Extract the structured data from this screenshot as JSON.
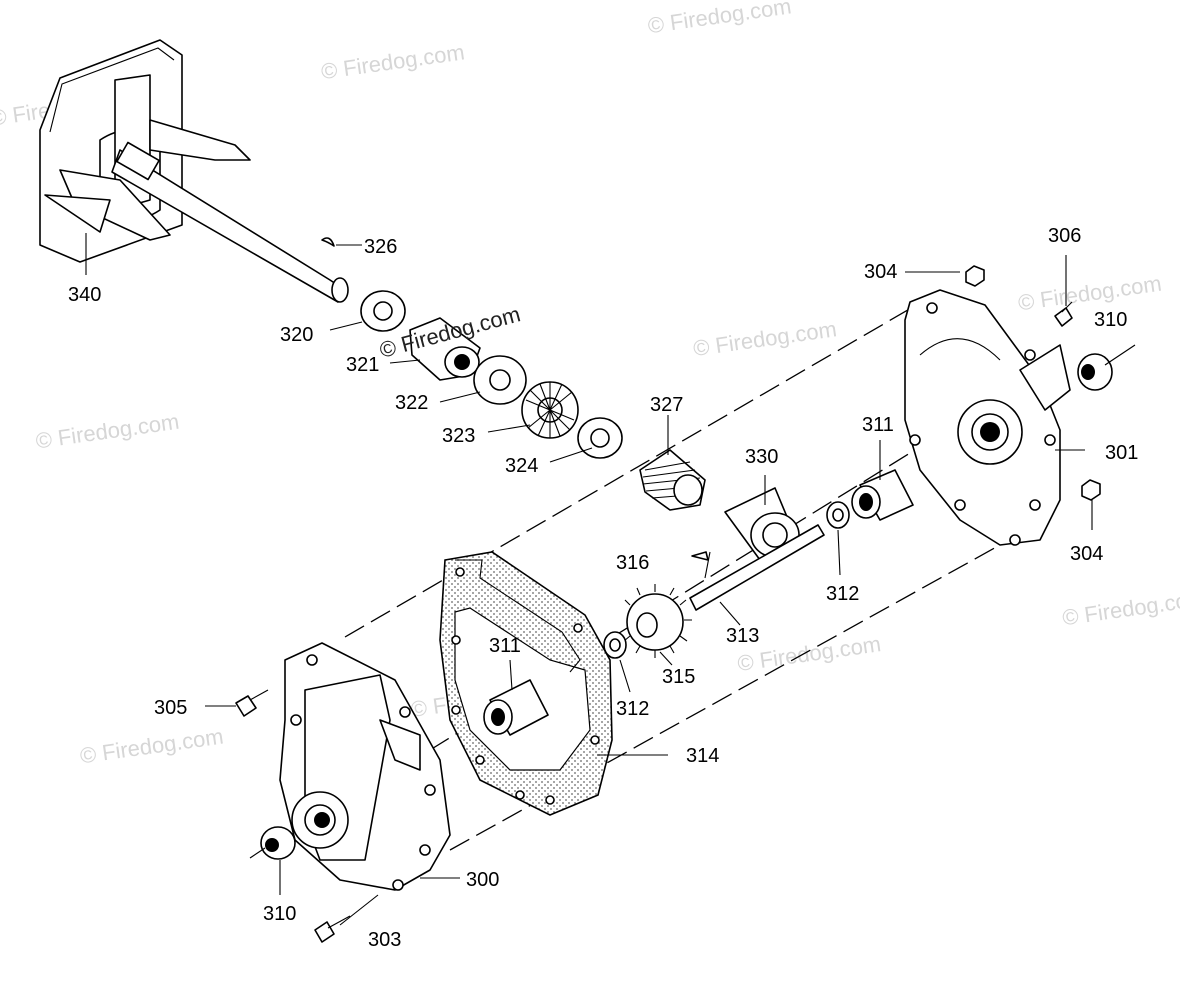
{
  "watermark": {
    "text": "© Firedog.com",
    "feature_text": "© Firedog.com"
  },
  "labels": {
    "p300": "300",
    "p301": "301",
    "p303": "303",
    "p304a": "304",
    "p304b": "304",
    "p305": "305",
    "p306": "306",
    "p310a": "310",
    "p310b": "310",
    "p311a": "311",
    "p311b": "311",
    "p312a": "312",
    "p312b": "312",
    "p313": "313",
    "p314": "314",
    "p315": "315",
    "p316": "316",
    "p320": "320",
    "p321": "321",
    "p322": "322",
    "p323": "323",
    "p324": "324",
    "p326": "326",
    "p327": "327",
    "p330": "330",
    "p340": "340"
  }
}
